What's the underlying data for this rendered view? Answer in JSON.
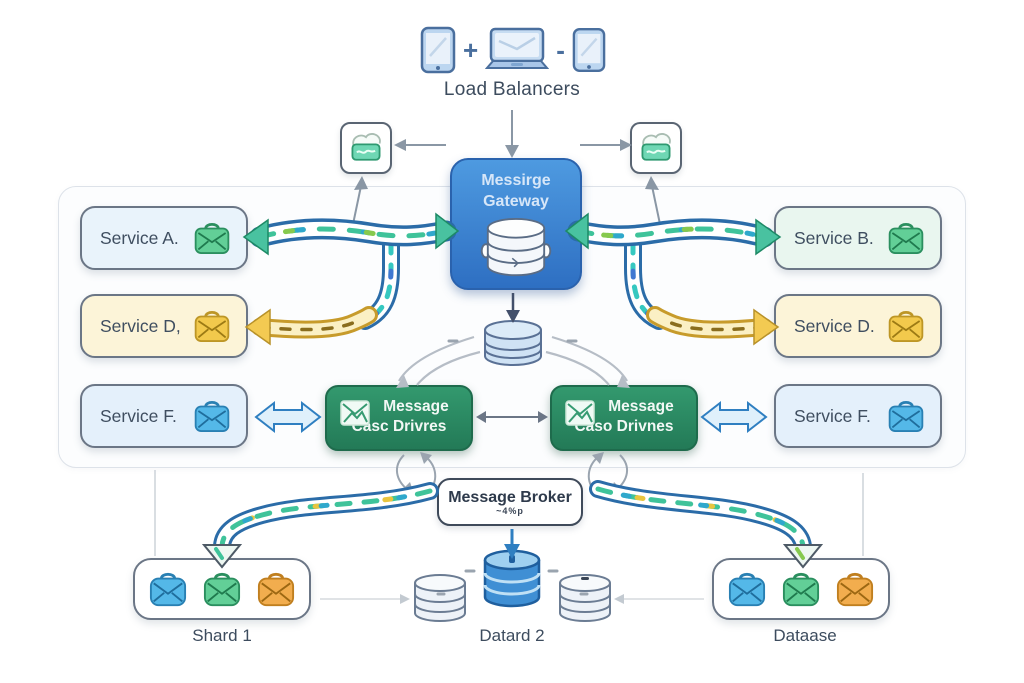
{
  "title": "Messaging architecture diagram",
  "load_balancers": {
    "label": "Load Balancers",
    "plus": "+",
    "minus": "-"
  },
  "gateway": {
    "line1": "Messirge",
    "line2": "Gateway",
    "color": "#3c85d2",
    "icon": "database-cylinder"
  },
  "mini_boxes": {
    "left_icon": "cloud-inbox",
    "right_icon": "cloud-inbox"
  },
  "services_left": [
    {
      "label": "Service A.",
      "icon": "briefcase-envelope",
      "icon_color": "#62cf97",
      "bg": "#e9f3fb"
    },
    {
      "label": "Service D,",
      "icon": "briefcase-envelope",
      "icon_color": "#f2c94c",
      "bg": "#fcf4d8"
    },
    {
      "label": "Service F.",
      "icon": "briefcase-envelope",
      "icon_color": "#54b8e8",
      "bg": "#e4f0fb"
    }
  ],
  "services_right": [
    {
      "label": "Service B.",
      "icon": "briefcase-envelope",
      "icon_color": "#62cf97",
      "bg": "#e9f6ef"
    },
    {
      "label": "Service D.",
      "icon": "briefcase-envelope",
      "icon_color": "#f2c94c",
      "bg": "#fcf4d8"
    },
    {
      "label": "Service F.",
      "icon": "briefcase-envelope",
      "icon_color": "#54b8e8",
      "bg": "#e4f0fb"
    }
  ],
  "drivers": {
    "left": {
      "line1": "Message",
      "line2": "Casc Drivres",
      "bg": "#2e8a63"
    },
    "right": {
      "line1": "Message",
      "line2": "Caso Drivnes",
      "bg": "#2e8a63"
    }
  },
  "broker": {
    "label": "Message Broker",
    "sub": "~4%p"
  },
  "bottom": {
    "shard": {
      "label": "Shard 1",
      "icons": [
        "briefcase-blue",
        "briefcase-green",
        "briefcase-orange"
      ]
    },
    "cluster": {
      "label": "Datard 2",
      "icons": [
        "db-cylinder-light",
        "db-cylinder-blue",
        "db-cylinder-light"
      ]
    },
    "database": {
      "label": "Dataase",
      "icons": [
        "briefcase-blue",
        "briefcase-green",
        "briefcase-orange"
      ]
    }
  },
  "colors": {
    "pipe_outline": "#2b6ca8",
    "flow_green": "#3fc39a",
    "flow_cyan": "#2fa8cc",
    "yellow_pipe": "#f3ca52",
    "gateway_blue": "#3c85d2",
    "driver_green": "#2e8a63",
    "db_blue": "#4a97d9",
    "arrow_gray": "#8a97a5"
  }
}
